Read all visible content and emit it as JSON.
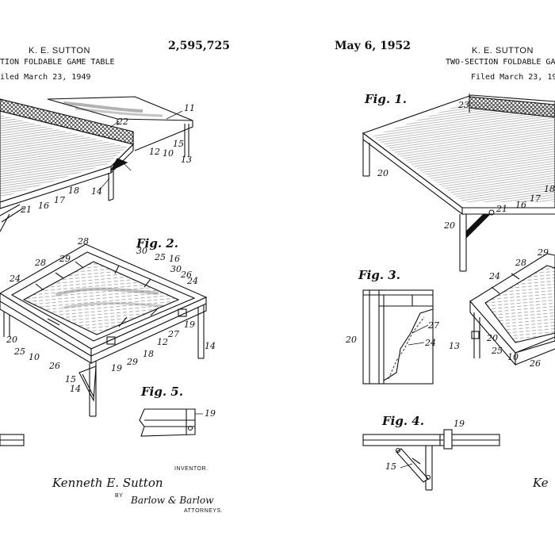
{
  "left_sheet": {
    "inventor_name": "K. E. SUTTON",
    "title": "TION FOLDABLE GAME TABLE",
    "filed": "iled March 23, 1949",
    "patent_number": "2,595,725",
    "fig2_label": "Fig. 2.",
    "fig5_label": "Fig. 5.",
    "inventor_heading": "INVENTOR.",
    "signature": "Kenneth E. Sutton",
    "by": "BY",
    "attorneys_signature": "Barlow & Barlow",
    "attorneys_heading": "ATTORNEYS.",
    "fig1_refs": [
      "11",
      "22",
      "12",
      "10",
      "13",
      "15",
      "14",
      "18",
      "17",
      "16",
      "21"
    ],
    "fig2_refs": [
      "28",
      "28",
      "29",
      "30",
      "25",
      "16",
      "30",
      "26",
      "24",
      "24",
      "20",
      "25",
      "10",
      "26",
      "29",
      "18",
      "12",
      "27",
      "19",
      "19",
      "14",
      "15",
      "14"
    ],
    "fig5_refs": [
      "19"
    ]
  },
  "right_sheet": {
    "date": "May 6, 1952",
    "inventor_name": "K. E. SUTTON",
    "title": "TWO-SECTION FOLDABLE GAME",
    "filed": "Filed March 23, 19",
    "fig1_label": "Fig. 1.",
    "fig3_label": "Fig. 3.",
    "fig4_label": "Fig. 4.",
    "signature_fragment": "Ke",
    "fig1_refs": [
      "23",
      "20",
      "20",
      "21",
      "16",
      "17",
      "18"
    ],
    "fig3_refs": [
      "20",
      "27",
      "24"
    ],
    "fig2_refs": [
      "28",
      "29",
      "24",
      "13",
      "20",
      "25",
      "10",
      "26"
    ],
    "fig4_refs": [
      "19",
      "15"
    ]
  }
}
